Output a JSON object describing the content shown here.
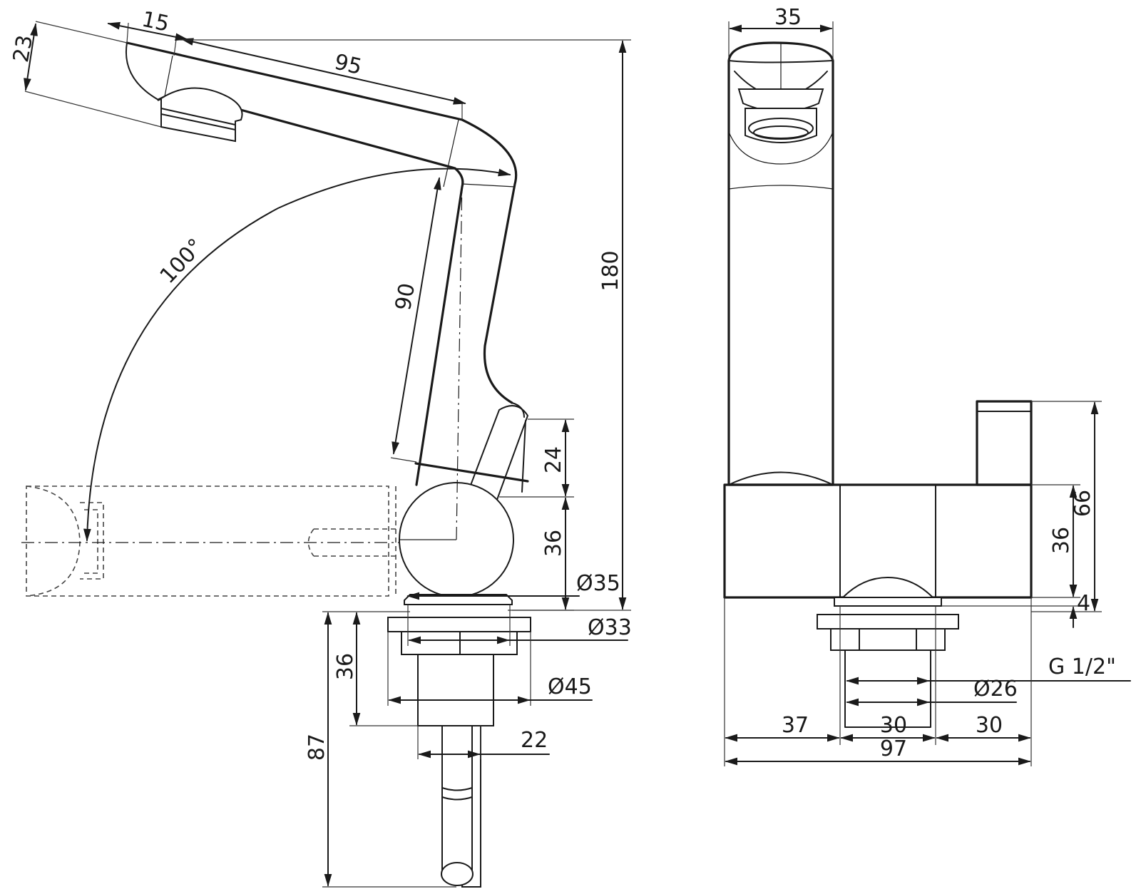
{
  "side_view": {
    "dim_23": "23",
    "dim_15": "15",
    "dim_95": "95",
    "dim_100deg": "100°",
    "dim_90": "90",
    "dim_180": "180",
    "dim_24": "24",
    "dim_36_upper": "36",
    "dim_d35": "Ø35",
    "dim_d33": "Ø33",
    "dim_36_lower": "36",
    "dim_d45": "Ø45",
    "dim_87": "87",
    "dim_22": "22"
  },
  "front_view": {
    "dim_35": "35",
    "dim_66": "66",
    "dim_36": "36",
    "dim_4": "4",
    "dim_g12": "G 1/2\"",
    "dim_d26": "Ø26",
    "dim_37": "37",
    "dim_30a": "30",
    "dim_30b": "30",
    "dim_97": "97"
  },
  "colors": {
    "line": "#1a1a1a",
    "background": "#ffffff"
  }
}
